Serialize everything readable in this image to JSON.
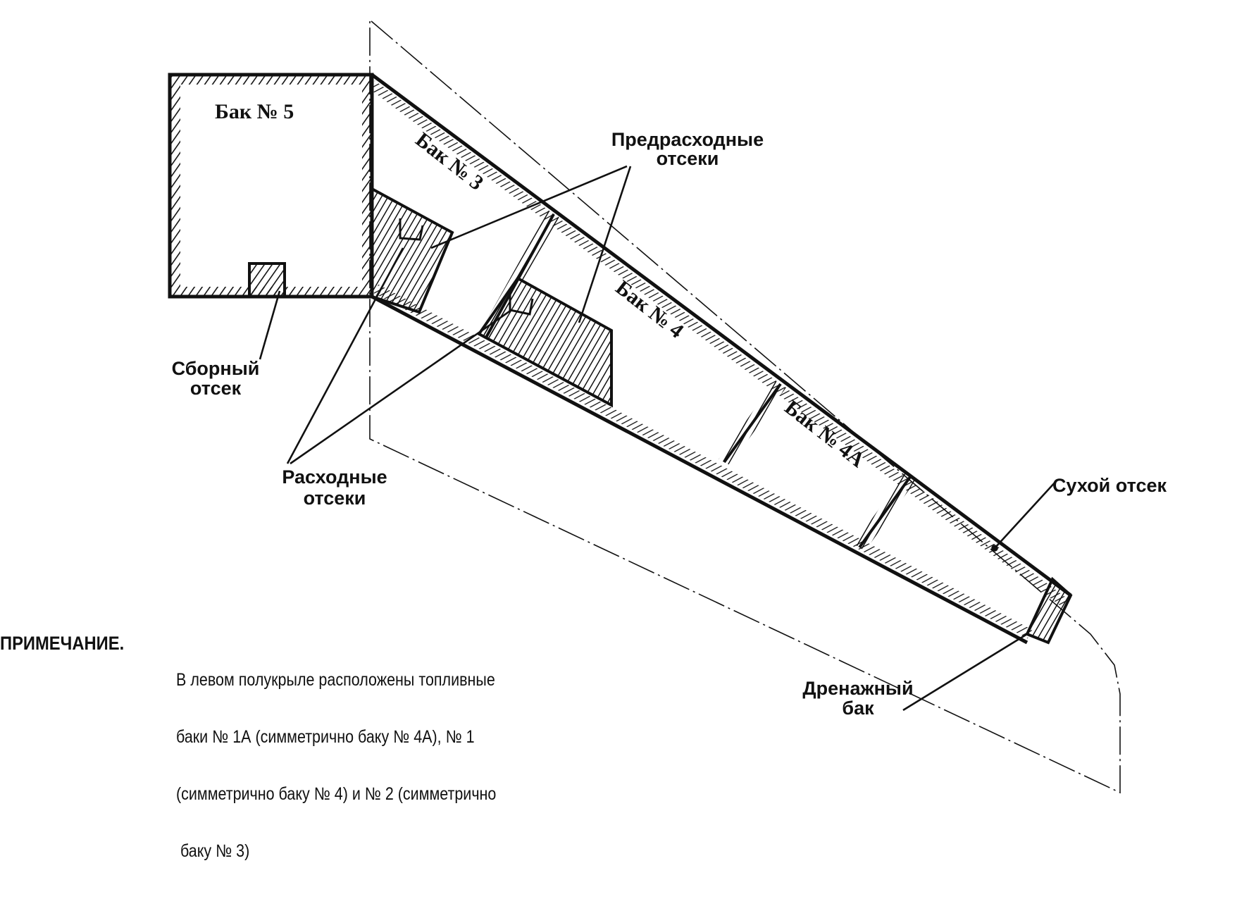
{
  "diagram": {
    "type": "fuel-tank-layout",
    "subject": "wing fuel tanks (right half-wing)",
    "tanks": [
      {
        "id": "tank-5",
        "label": "Бак № 5"
      },
      {
        "id": "tank-3",
        "label": "Бак № 3"
      },
      {
        "id": "tank-4",
        "label": "Бак № 4"
      },
      {
        "id": "tank-4a",
        "label": "Бак № 4А"
      }
    ],
    "callouts": {
      "pre_consumption": {
        "line1": "Предрасходные",
        "line2": "отсеки"
      },
      "collector": {
        "line1": "Сборный",
        "line2": "отсек"
      },
      "consumption": {
        "line1": "Расходные",
        "line2": "отсеки"
      },
      "dry_bay": {
        "line1": "Сухой отсек"
      },
      "drain_tank": {
        "line1": "Дренажный",
        "line2": "бак"
      }
    },
    "note": {
      "title": "ПРИМЕЧАНИЕ.",
      "lines": [
        "В левом полукрыле расположены топливные",
        "баки № 1А (симметрично баку № 4А), № 1",
        "(симметрично баку № 4) и № 2 (симметрично",
        " баку № 3)"
      ]
    }
  }
}
